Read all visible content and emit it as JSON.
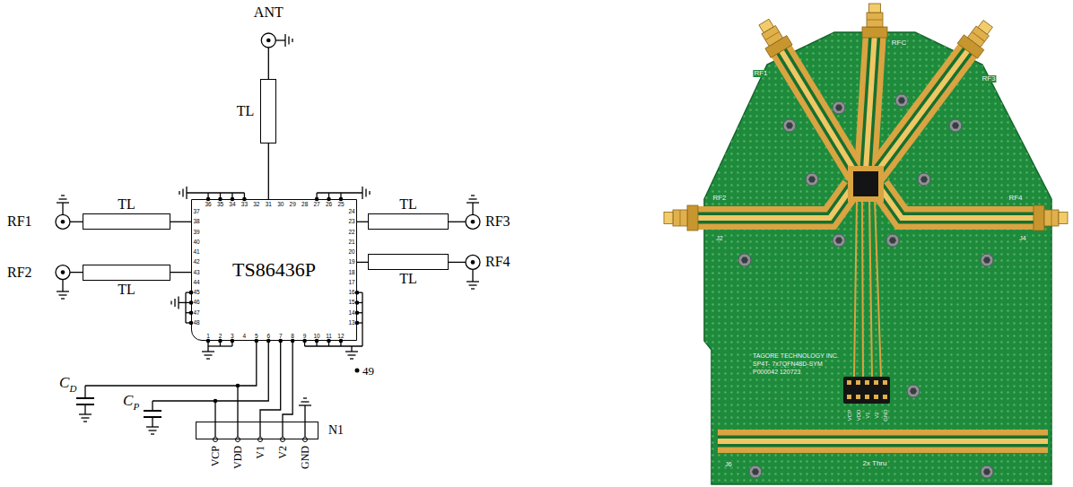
{
  "diagram": {
    "nodes": [
      {
        "text": [
          "TL"
        ]
      },
      {
        "text": [
          "TL"
        ]
      },
      {
        "text": [
          "TL"
        ]
      },
      {
        "text": [
          "TL"
        ]
      },
      {
        "text": [
          "TL"
        ]
      },
      {
        "text": [
          "TS86436P"
        ]
      },
      {
        "text": [
          "N1"
        ]
      }
    ],
    "edges": [
      {
        "from": 0,
        "to": 5,
        "arrow": "none"
      },
      {
        "from": 1,
        "to": 5,
        "arrow": "none"
      },
      {
        "from": 2,
        "to": 5,
        "arrow": "none"
      },
      {
        "from": 3,
        "to": 5,
        "arrow": "none"
      },
      {
        "from": 4,
        "to": 5,
        "arrow": "none"
      },
      {
        "from": 5,
        "to": 6,
        "arrow": "none"
      },
      {
        "from": 5,
        "to": 6,
        "arrow": "none"
      },
      {
        "from": 5,
        "to": 6,
        "arrow": "none"
      },
      {
        "from": 5,
        "to": 6,
        "arrow": "none"
      }
    ],
    "labels": [
      "ANT",
      "RF1",
      "RF2",
      "RF3",
      "RF4",
      "C",
      "D",
      "C",
      "P",
      "49",
      "VCP",
      "VDD",
      "V1",
      "V2",
      "GND",
      "1",
      "2",
      "3",
      "4",
      "5",
      "6",
      "7",
      "8",
      "9",
      "10",
      "11",
      "12",
      "13",
      "14",
      "15",
      "16",
      "17",
      "18",
      "19",
      "20",
      "21",
      "22",
      "23",
      "24",
      "25",
      "26",
      "27",
      "28",
      "29",
      "30",
      "31",
      "32",
      "33",
      "34",
      "35",
      "36",
      "37",
      "38",
      "39",
      "40",
      "41",
      "42",
      "43",
      "44",
      "45",
      "46",
      "47",
      "48",
      "RF1",
      "RFC",
      "RF3",
      "RF2",
      "RF4",
      "J2",
      "J4",
      "TAGORE TECHNOLOGY INC.",
      "SP4T- 7x7QFN48D-SYM",
      "P000042 120723",
      "VCP",
      "VDD",
      "V1",
      "V2",
      "GND",
      "2x Thru",
      "J6"
    ]
  }
}
